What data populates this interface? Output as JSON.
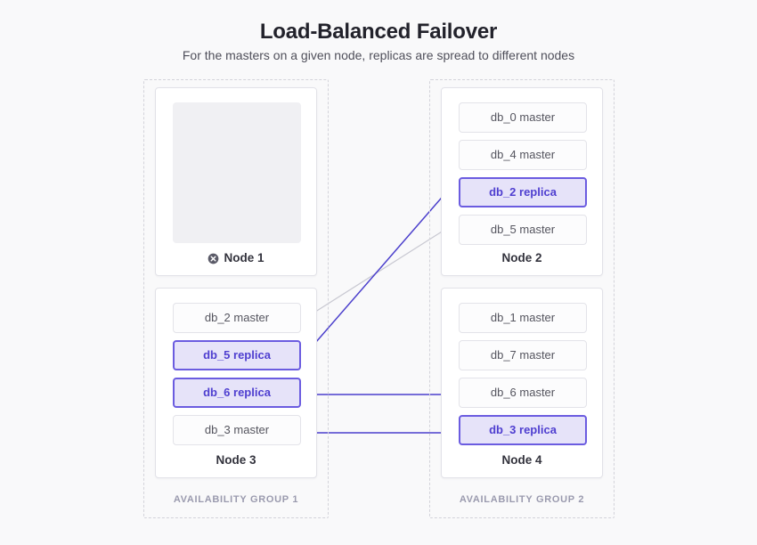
{
  "header": {
    "title": "Load-Balanced Failover",
    "subtitle": "For the masters on a given node, replicas are spread to different nodes"
  },
  "colors": {
    "background": "#f9f9fa",
    "replica_fill": "#e6e3f9",
    "replica_border": "#6b5ce0",
    "replica_text": "#4f3fd0",
    "master_fill": "#fcfcfd",
    "master_border": "#e3e3e9",
    "master_text": "#55555f",
    "arrow_purple": "#4b3fcc",
    "arrow_grey": "#c9c9d2",
    "group_label": "#9a9aae",
    "node_card_border": "#e2e2e8",
    "dashed_border": "#d3d3da",
    "placeholder": "#f0f0f3"
  },
  "groups": [
    {
      "id": "ag1",
      "label": "AVAILABILITY GROUP 1"
    },
    {
      "id": "ag2",
      "label": "AVAILABILITY GROUP 2"
    }
  ],
  "nodes": [
    {
      "id": "node1",
      "label": "Node 1",
      "status": "down",
      "status_icon": "x-circle-icon",
      "empty": true,
      "slots": []
    },
    {
      "id": "node2",
      "label": "Node 2",
      "status": "up",
      "empty": false,
      "slots": [
        {
          "label": "db_0 master",
          "role": "master"
        },
        {
          "label": "db_4 master",
          "role": "master"
        },
        {
          "label": "db_2 replica",
          "role": "replica"
        },
        {
          "label": "db_5 master",
          "role": "master"
        }
      ]
    },
    {
      "id": "node3",
      "label": "Node 3",
      "status": "up",
      "empty": false,
      "slots": [
        {
          "label": "db_2 master",
          "role": "master"
        },
        {
          "label": "db_5 replica",
          "role": "replica"
        },
        {
          "label": "db_6 replica",
          "role": "replica"
        },
        {
          "label": "db_3 master",
          "role": "master"
        }
      ]
    },
    {
      "id": "node4",
      "label": "Node 4",
      "status": "up",
      "empty": false,
      "slots": [
        {
          "label": "db_1 master",
          "role": "master"
        },
        {
          "label": "db_7 master",
          "role": "master"
        },
        {
          "label": "db_6 master",
          "role": "master"
        },
        {
          "label": "db_3 replica",
          "role": "replica"
        }
      ]
    }
  ],
  "connections": [
    {
      "name": "db5-replication-link",
      "from": "node2.db_5 master",
      "to": "node3.db_5 replica",
      "style": "grey",
      "arrow": "none"
    },
    {
      "name": "db2-replication-link",
      "from": "node3.db_2 master",
      "to": "node2.db_2 replica",
      "style": "purple",
      "arrow": "both"
    },
    {
      "name": "db6-replication-link",
      "from": "node4.db_6 master",
      "to": "node3.db_6 replica",
      "style": "purple",
      "arrow": "end"
    },
    {
      "name": "db3-replication-link",
      "from": "node3.db_3 master",
      "to": "node4.db_3 replica",
      "style": "purple",
      "arrow": "end"
    }
  ]
}
